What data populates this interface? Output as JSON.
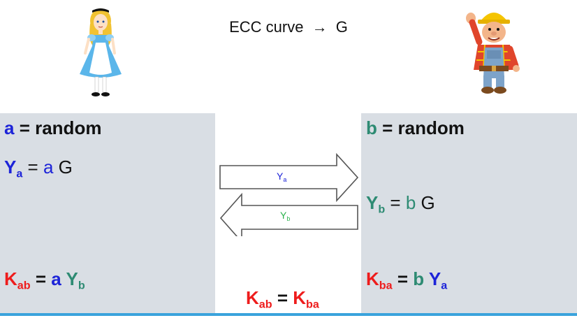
{
  "title": {
    "prefix": "ECC curve",
    "arrow": "→",
    "suffix": "G"
  },
  "alice": {
    "line1": {
      "var": "a",
      "rest": " = random"
    },
    "line2": {
      "Y": "Y",
      "sub": "a",
      "eq": " = ",
      "a": "a",
      "G": " G"
    },
    "line3": {
      "K": "K",
      "sub": "ab",
      "eq": " = ",
      "a": "a",
      "Y": "Y",
      "ysub": "b"
    }
  },
  "bob": {
    "line1": {
      "var": "b",
      "rest": " = random"
    },
    "line2": {
      "Y": "Y",
      "sub": "b",
      "eq": " = ",
      "b": "b",
      "G": " G"
    },
    "line3": {
      "K": "K",
      "sub": "ba",
      "eq": " = ",
      "b": "b",
      "Y": "Y",
      "ysub": "a"
    }
  },
  "arrows": {
    "right": {
      "label": "Y",
      "sub": "a"
    },
    "left": {
      "label": "Y",
      "sub": "b"
    }
  },
  "result": {
    "k1": "K",
    "k1sub": "ab",
    "eq": " = ",
    "k2": "K",
    "k2sub": "ba"
  },
  "colors": {
    "blue": "#1d24d8",
    "teal": "#2e8b73",
    "red": "#ee1c1c",
    "panel": "#d9dee4",
    "rule": "#3aa3dc"
  },
  "icons": {
    "alice": "alice-character-icon",
    "bob": "bob-builder-character-icon"
  }
}
